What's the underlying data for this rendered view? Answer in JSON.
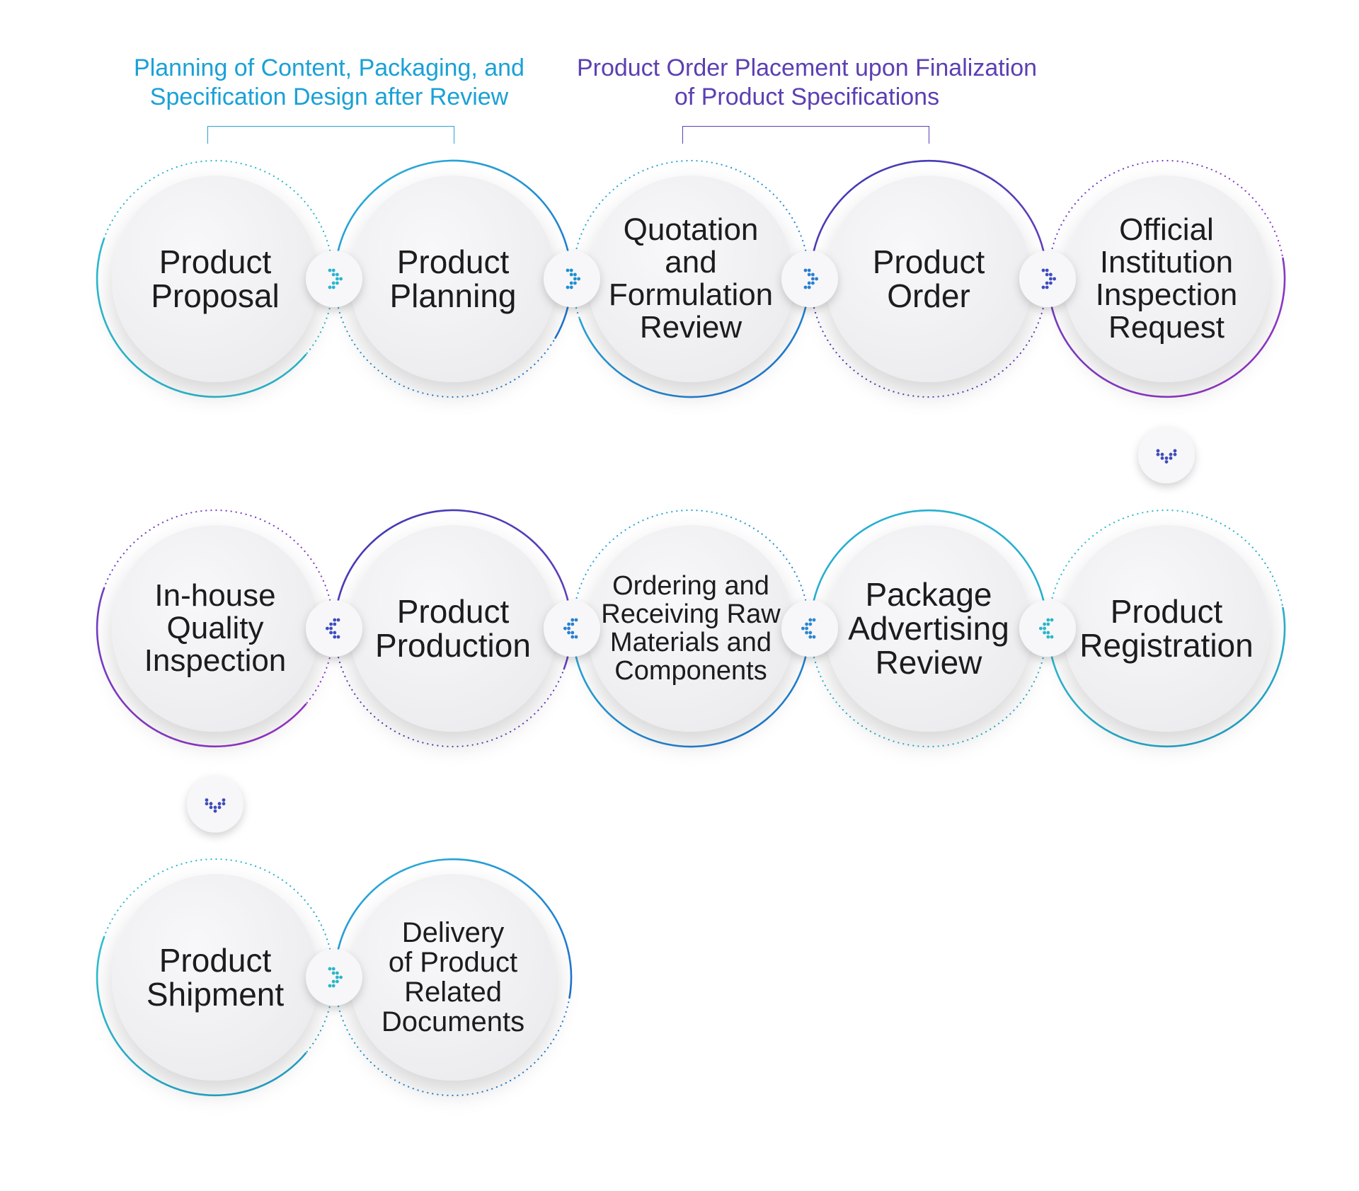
{
  "annotations": [
    {
      "id": "planning-note",
      "lines": [
        "Planning of Content, Packaging, and",
        "Specification Design after Review"
      ],
      "color": "#1aa1d6"
    },
    {
      "id": "order-note",
      "lines": [
        "Product Order Placement upon Finalization",
        "of Product Specifications"
      ],
      "color": "#5c3fb3"
    }
  ],
  "steps": [
    {
      "id": "product-proposal",
      "lines": [
        "Product",
        "Proposal"
      ]
    },
    {
      "id": "product-planning",
      "lines": [
        "Product",
        "Planning"
      ]
    },
    {
      "id": "quotation-formulation-review",
      "lines": [
        "Quotation",
        "and",
        "Formulation",
        "Review"
      ]
    },
    {
      "id": "product-order",
      "lines": [
        "Product",
        "Order"
      ]
    },
    {
      "id": "official-institution-inspection-request",
      "lines": [
        "Official",
        "Institution",
        "Inspection",
        "Request"
      ]
    },
    {
      "id": "product-registration",
      "lines": [
        "Product",
        "Registration"
      ]
    },
    {
      "id": "package-advertising-review",
      "lines": [
        "Package",
        "Advertising",
        "Review"
      ]
    },
    {
      "id": "ordering-receiving-raw-materials",
      "lines": [
        "Ordering and",
        "Receiving Raw",
        "Materials and",
        "Components"
      ]
    },
    {
      "id": "product-production",
      "lines": [
        "Product",
        "Production"
      ]
    },
    {
      "id": "in-house-quality-inspection",
      "lines": [
        "In-house",
        "Quality",
        "Inspection"
      ]
    },
    {
      "id": "product-shipment",
      "lines": [
        "Product",
        "Shipment"
      ]
    },
    {
      "id": "delivery-product-documents",
      "lines": [
        "Delivery",
        "of Product",
        "Related",
        "Documents"
      ]
    }
  ],
  "connectors": [
    {
      "from": "product-proposal",
      "to": "product-planning",
      "icon": "chevron-right-icon"
    },
    {
      "from": "product-planning",
      "to": "quotation-formulation-review",
      "icon": "chevron-right-icon"
    },
    {
      "from": "quotation-formulation-review",
      "to": "product-order",
      "icon": "chevron-right-icon"
    },
    {
      "from": "product-order",
      "to": "official-institution-inspection-request",
      "icon": "chevron-right-icon"
    },
    {
      "from": "official-institution-inspection-request",
      "to": "product-registration",
      "icon": "chevron-down-icon"
    },
    {
      "from": "product-registration",
      "to": "package-advertising-review",
      "icon": "chevron-left-icon"
    },
    {
      "from": "package-advertising-review",
      "to": "ordering-receiving-raw-materials",
      "icon": "chevron-left-icon"
    },
    {
      "from": "ordering-receiving-raw-materials",
      "to": "product-production",
      "icon": "chevron-left-icon"
    },
    {
      "from": "product-production",
      "to": "in-house-quality-inspection",
      "icon": "chevron-left-icon"
    },
    {
      "from": "in-house-quality-inspection",
      "to": "product-shipment",
      "icon": "chevron-down-icon"
    },
    {
      "from": "product-shipment",
      "to": "delivery-product-documents",
      "icon": "chevron-right-icon"
    }
  ],
  "colors": {
    "cyan": "#2ab8cf",
    "teal": "#27b2c4",
    "blue": "#1f7fd0",
    "purple": "#5a3fb5",
    "violet": "#8a36c7",
    "text": "#1c1c1c",
    "disc": "#f1f1f3"
  }
}
